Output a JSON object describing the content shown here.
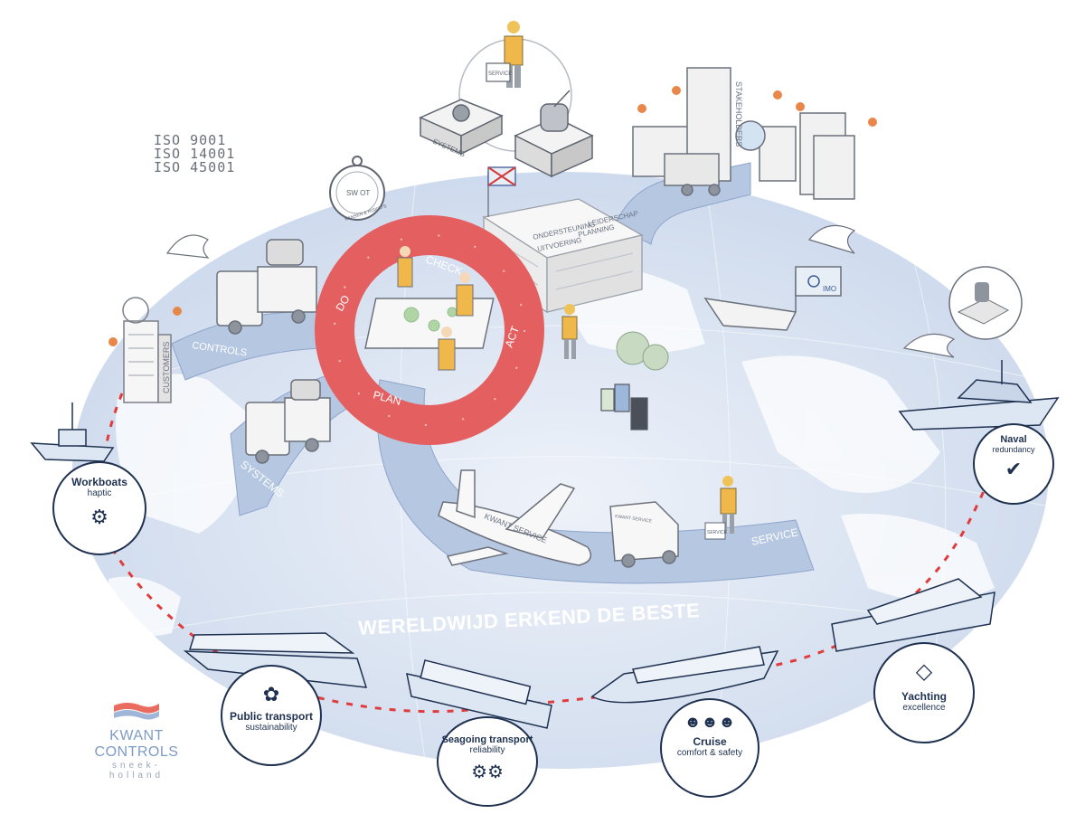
{
  "iso_certifications": [
    "ISO 9001",
    "ISO 14001",
    "ISO 45001"
  ],
  "pdca_cycle": {
    "check": "CHECK",
    "act": "ACT",
    "plan": "PLAN",
    "do": "DO"
  },
  "road_labels": {
    "controls": "CONTROLS",
    "systems": "SYSTEMS",
    "service": "SERVICE"
  },
  "building_labels": {
    "customers": "CUSTOMERS",
    "stakeholders": "STAKEHOLDERS"
  },
  "hq_labels": {
    "leiderschap": "LEIDERSCHAP",
    "planning": "PLANNING",
    "ondersteuning": "ONDERSTEUNING",
    "uitvoering": "UITVOERING"
  },
  "compass": {
    "swot": "SW OT",
    "caption": "KANSEN & RISICO'S"
  },
  "systems_box": "SYSTEMS",
  "service_case": "SERVICE",
  "plane_label": "KWANT SERVICE",
  "van_label": "KWANT SERVICE",
  "imo_flag": "IMO",
  "slogan": "WERELDWIJD ERKEND DE BESTE",
  "segments": [
    {
      "title": "Workboats",
      "subtitle": "haptic",
      "icon": "joystick-icon"
    },
    {
      "title": "Public transport",
      "subtitle": "sustainability",
      "icon": "leaf-icon"
    },
    {
      "title": "Seagoing transport",
      "subtitle": "reliability",
      "icon": "gears-icon"
    },
    {
      "title": "Cruise",
      "subtitle": "comfort & safety",
      "icon": "people-icon"
    },
    {
      "title": "Yachting",
      "subtitle": "excellence",
      "icon": "diamond-icon"
    },
    {
      "title": "Naval",
      "subtitle": "redundancy",
      "icon": "shield-check-icon"
    }
  ],
  "logo": {
    "name": "KWANT CONTROLS",
    "tagline": "sneek-holland"
  },
  "colors": {
    "ocean": "#dfe7f3",
    "road": "#b6c7e2",
    "pdca_ring": "#e45f5f",
    "navy": "#1f3150",
    "dashed_line": "#e03c3c",
    "logo_blue": "#7d9bc6"
  }
}
